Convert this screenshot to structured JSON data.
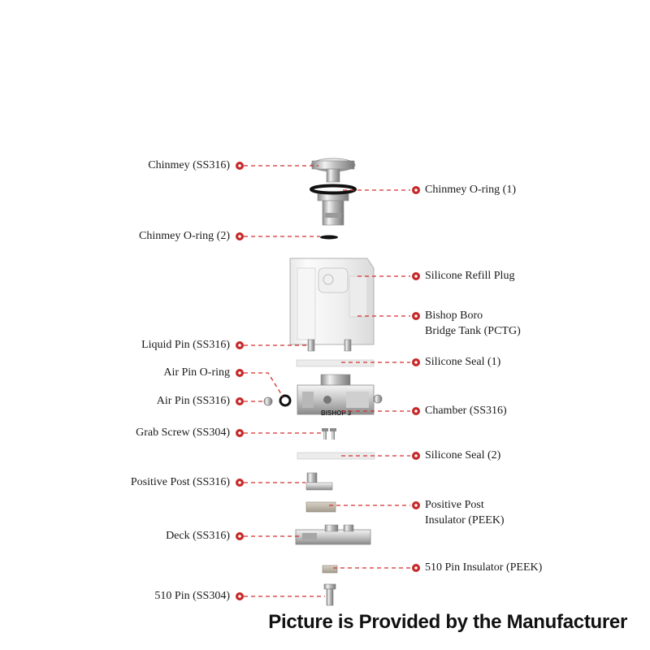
{
  "labels": {
    "chimney_ss316": "Chinmey (SS316)",
    "chimney_oring_1": "Chinmey O-ring (1)",
    "chimney_oring_2": "Chinmey O-ring (2)",
    "silicone_refill_plug": "Silicone Refill Plug",
    "tank_line1": "Bishop Boro",
    "tank_line2": "Bridge Tank (PCTG)",
    "liquid_pin": "Liquid Pin (SS316)",
    "silicone_seal_1": "Silicone Seal (1)",
    "air_pin_oring": "Air Pin O-ring",
    "air_pin": "Air Pin (SS316)",
    "chamber": "Chamber (SS316)",
    "grab_screw": "Grab Screw (SS304)",
    "silicone_seal_2": "Silicone Seal (2)",
    "positive_post": "Positive Post (SS316)",
    "pp_insulator_line1": "Positive Post",
    "pp_insulator_line2": "Insulator (PEEK)",
    "deck": "Deck (SS316)",
    "pin_510_insulator": "510 Pin Insulator (PEEK)",
    "pin_510": "510 Pin (SS304)"
  },
  "chamber_engraving": "BISHOP 3",
  "footer": "Picture is Provided by the Manufacturer",
  "colors": {
    "leader": "#d32f2f",
    "dot": "#c62828",
    "metal": "#c8c8c8"
  }
}
